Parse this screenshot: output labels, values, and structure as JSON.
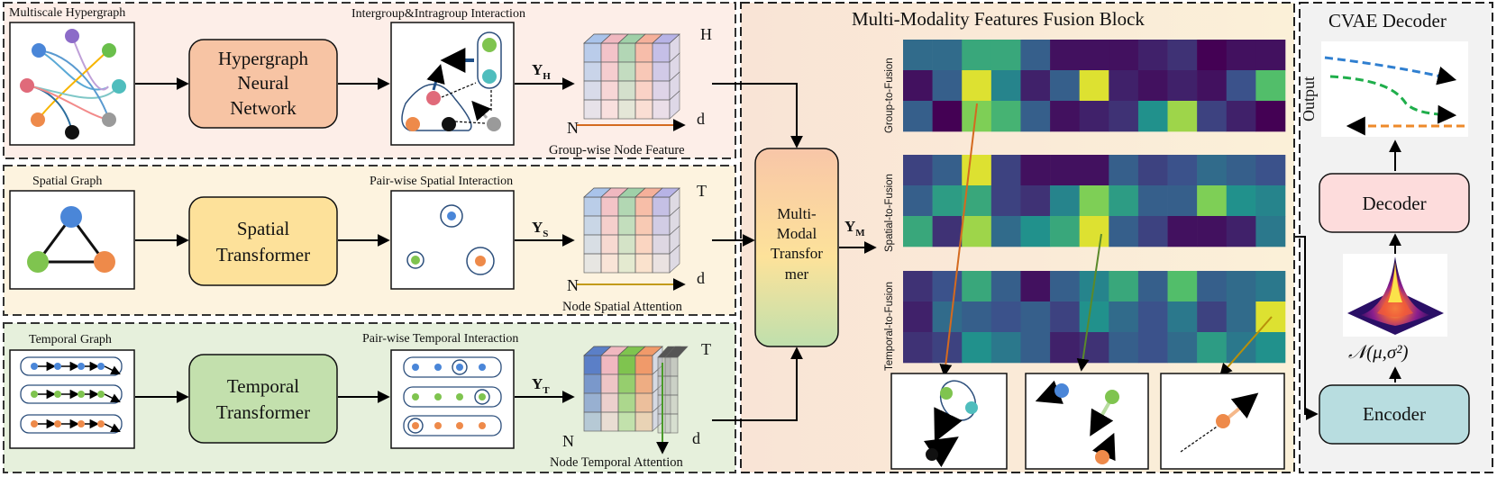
{
  "panels": {
    "hyper": {
      "title": "Multiscale Hypergraph",
      "module": [
        "Hypergraph",
        "Neural",
        "Network"
      ],
      "interaction": "Intergroup&Intragroup Interaction",
      "feature_label": "Group-wise Node Feature",
      "y_sub": "H",
      "tensor_top": "H",
      "tensor_left": "N",
      "tensor_right": "d"
    },
    "spatial": {
      "title": "Spatial Graph",
      "module": [
        "Spatial",
        "Transformer"
      ],
      "interaction": "Pair-wise Spatial Interaction",
      "feature_label": "Node Spatial Attention",
      "y_sub": "S",
      "tensor_top": "T",
      "tensor_left": "N",
      "tensor_right": "d"
    },
    "temporal": {
      "title": "Temporal Graph",
      "module": [
        "Temporal",
        "Transformer"
      ],
      "interaction": "Pair-wise Temporal Interaction",
      "feature_label": "Node Temporal Attention",
      "y_sub": "T",
      "tensor_top": "T",
      "tensor_left": "N",
      "tensor_right": "d"
    }
  },
  "y_symbol": "Y",
  "fusion": {
    "title": "Multi-Modality Features Fusion Block",
    "transformer": [
      "Multi-",
      "Modal",
      "Transfor",
      "mer"
    ],
    "y_sub": "M",
    "heatmap_labels": [
      "Group-to-Fusion",
      "Spatial-to-Fusion",
      "Temporal-to-Fusion"
    ]
  },
  "decoder": {
    "title": "CVAE Decoder",
    "output_label": "Output",
    "decoder_label": "Decoder",
    "encoder_label": "Encoder",
    "dist_label": "𝒩(μ,σ²)"
  },
  "colors": {
    "hyper_bg": "#fdeee8",
    "spatial_bg": "#fdf3df",
    "temporal_bg": "#e6f0dc",
    "hnn": "#f7c4a4",
    "st": "#fde19a",
    "tt": "#c3e0ad",
    "decoder_box": "#fddcdc",
    "encoder_box": "#b8dde0",
    "decoder_bg": "#f2f2f2"
  },
  "chart_data": [
    {
      "type": "heatmap",
      "title": "Group-to-Fusion",
      "rows": 3,
      "cols": 13,
      "values": [
        [
          0.35,
          0.35,
          0.6,
          0.6,
          0.3,
          0.05,
          0.05,
          0.05,
          0.1,
          0.15,
          0.0,
          0.05,
          0.05
        ],
        [
          0.05,
          0.3,
          0.95,
          0.45,
          0.1,
          0.3,
          0.95,
          0.1,
          0.05,
          0.1,
          0.05,
          0.25,
          0.7
        ],
        [
          0.3,
          0.0,
          0.8,
          0.65,
          0.3,
          0.05,
          0.1,
          0.15,
          0.5,
          0.85,
          0.2,
          0.1,
          0.0
        ]
      ]
    },
    {
      "type": "heatmap",
      "title": "Spatial-to-Fusion",
      "rows": 3,
      "cols": 13,
      "values": [
        [
          0.2,
          0.3,
          0.95,
          0.2,
          0.05,
          0.05,
          0.05,
          0.3,
          0.2,
          0.25,
          0.35,
          0.3,
          0.25
        ],
        [
          0.3,
          0.55,
          0.6,
          0.2,
          0.15,
          0.45,
          0.8,
          0.55,
          0.3,
          0.3,
          0.8,
          0.5,
          0.45
        ],
        [
          0.6,
          0.15,
          0.85,
          0.35,
          0.5,
          0.6,
          0.95,
          0.3,
          0.2,
          0.05,
          0.05,
          0.1,
          0.4
        ]
      ]
    },
    {
      "type": "heatmap",
      "title": "Temporal-to-Fusion",
      "rows": 3,
      "cols": 13,
      "values": [
        [
          0.15,
          0.25,
          0.6,
          0.3,
          0.05,
          0.3,
          0.45,
          0.6,
          0.3,
          0.7,
          0.3,
          0.35,
          0.4
        ],
        [
          0.1,
          0.35,
          0.3,
          0.25,
          0.3,
          0.2,
          0.5,
          0.35,
          0.25,
          0.4,
          0.2,
          0.35,
          0.95
        ],
        [
          0.15,
          0.2,
          0.5,
          0.4,
          0.3,
          0.1,
          0.15,
          0.3,
          0.25,
          0.35,
          0.55,
          0.4,
          0.5
        ]
      ]
    }
  ]
}
